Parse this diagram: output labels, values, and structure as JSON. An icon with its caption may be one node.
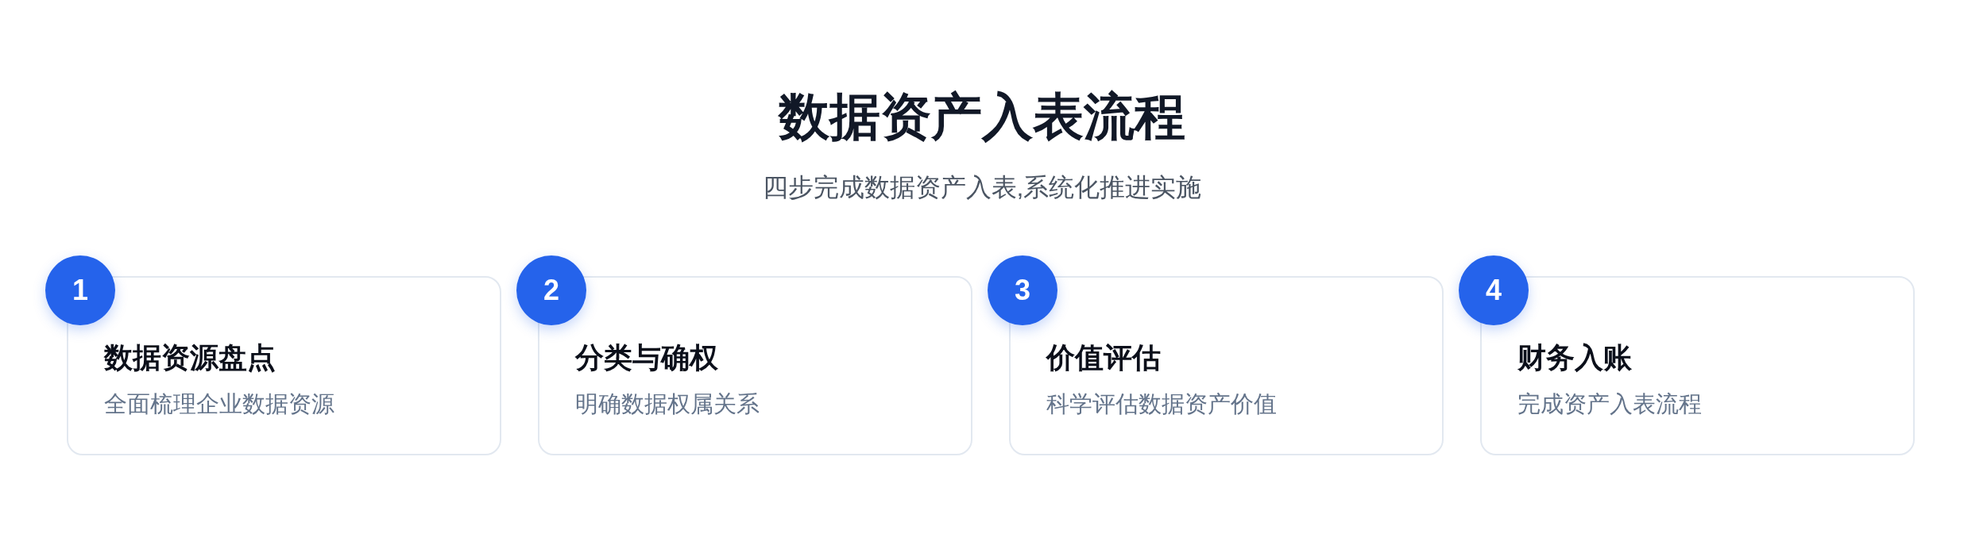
{
  "diagram": {
    "title": "数据资产入表流程",
    "nodes": [
      {
        "text": [
          "1"
        ]
      },
      {
        "text": [
          "数据资源盘点",
          "全面梳理企业数据资源"
        ]
      },
      {
        "text": [
          "2"
        ]
      },
      {
        "text": [
          "分类与确权",
          "明确数据权属关系"
        ]
      },
      {
        "text": [
          "3"
        ]
      },
      {
        "text": [
          "价值评估",
          "科学评估数据资产价值"
        ]
      },
      {
        "text": [
          "4"
        ]
      },
      {
        "text": [
          "财务入账",
          "完成资产入表流程"
        ]
      }
    ],
    "labels": [
      "四步完成数据资产入表,系统化推进实施"
    ]
  }
}
